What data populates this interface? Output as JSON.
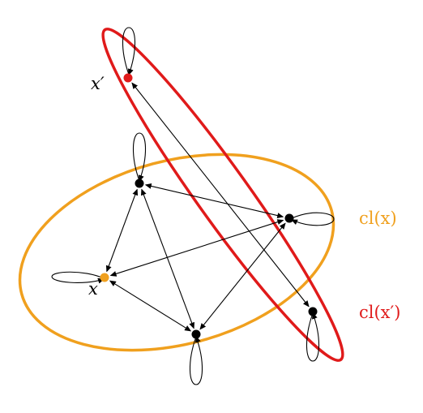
{
  "labels": {
    "x_prime": "x′",
    "x": "x",
    "cl_x": "cl(x)",
    "cl_x_prime": "cl(x′)"
  },
  "colors": {
    "orange": "#f0a01e",
    "red": "#e01a1a",
    "node": "#000000",
    "x_node": "#f0a01e",
    "x_prime_node": "#e01a1a",
    "edge": "#000000"
  },
  "graph": {
    "nodes": [
      {
        "id": "xprime",
        "color_key": "x_prime_node"
      },
      {
        "id": "top",
        "color_key": "node"
      },
      {
        "id": "right",
        "color_key": "node"
      },
      {
        "id": "x",
        "color_key": "x_node"
      },
      {
        "id": "bottom",
        "color_key": "node"
      },
      {
        "id": "farright",
        "color_key": "node"
      }
    ],
    "edges": [
      {
        "from": "top",
        "to": "right",
        "directed": "both"
      },
      {
        "from": "top",
        "to": "x",
        "directed": "both"
      },
      {
        "from": "top",
        "to": "bottom",
        "directed": "both"
      },
      {
        "from": "x",
        "to": "right",
        "directed": "both"
      },
      {
        "from": "x",
        "to": "bottom",
        "directed": "both"
      },
      {
        "from": "right",
        "to": "bottom",
        "directed": "both"
      },
      {
        "from": "xprime",
        "to": "farright",
        "directed": "both"
      }
    ]
  }
}
